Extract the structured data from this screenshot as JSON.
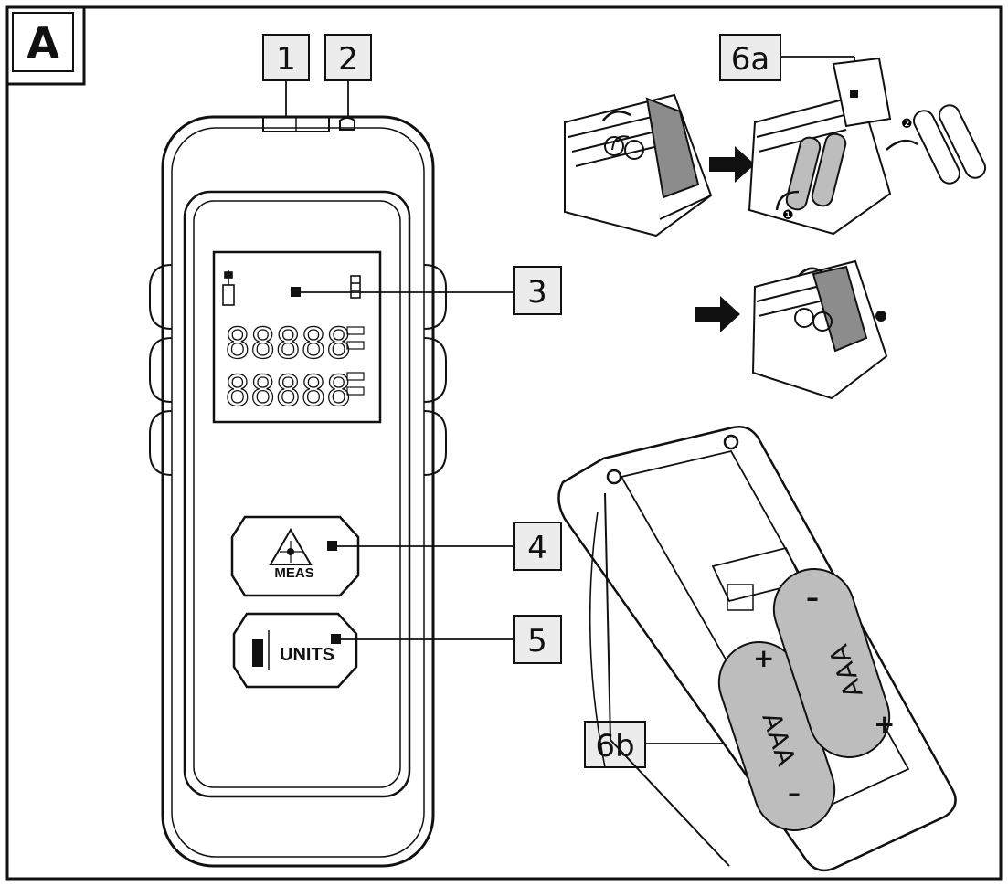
{
  "figure": {
    "letter": "A"
  },
  "callouts": {
    "c1": "1",
    "c2": "2",
    "c3": "3",
    "c4": "4",
    "c5": "5",
    "c6a": "6a",
    "c6b": "6b"
  },
  "device": {
    "lcd_line1": "88888",
    "lcd_line2": "88888",
    "meas_label": "MEAS",
    "units_label": "UNITS"
  },
  "batteries": {
    "label": "AAA",
    "plus": "+",
    "minus": "–",
    "steps": [
      "❶",
      "❷"
    ]
  }
}
